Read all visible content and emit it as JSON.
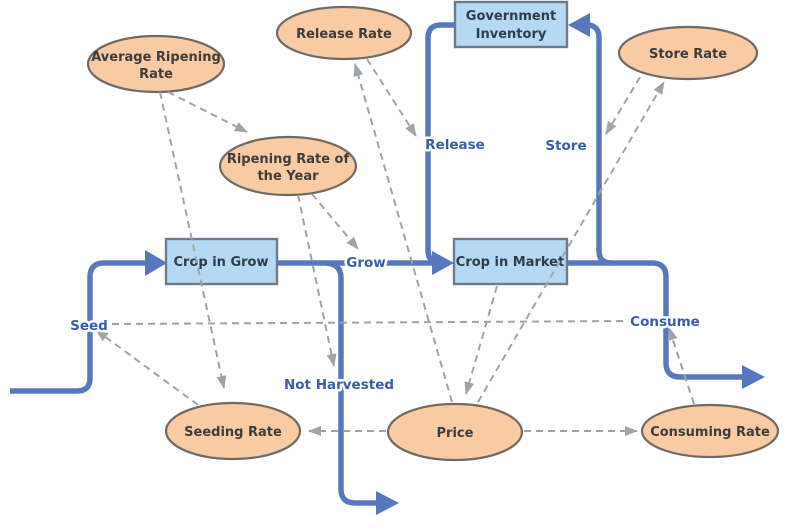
{
  "diagram": {
    "type": "system-dynamics-stock-and-flow",
    "nodes": {
      "government_inventory": {
        "kind": "stock",
        "line1": "Government",
        "line2": "Inventory"
      },
      "crop_in_grow": {
        "kind": "stock",
        "line1": "Crop in Grow"
      },
      "crop_in_market": {
        "kind": "stock",
        "line1": "Crop in Market"
      },
      "average_ripening_rate": {
        "kind": "auxiliary",
        "line1": "Average Ripening",
        "line2": "Rate"
      },
      "release_rate": {
        "kind": "auxiliary",
        "line1": "Release Rate"
      },
      "store_rate": {
        "kind": "auxiliary",
        "line1": "Store Rate"
      },
      "ripening_rate_of_the_year": {
        "kind": "auxiliary",
        "line1": "Ripening Rate of",
        "line2": "the Year"
      },
      "seeding_rate": {
        "kind": "auxiliary",
        "line1": "Seeding Rate"
      },
      "price": {
        "kind": "auxiliary",
        "line1": "Price"
      },
      "consuming_rate": {
        "kind": "auxiliary",
        "line1": "Consuming Rate"
      }
    },
    "flow_labels": {
      "seed": "Seed",
      "grow": "Grow",
      "not_harvested": "Not Harvested",
      "consume": "Consume",
      "release": "Release",
      "store": "Store"
    },
    "flows": [
      {
        "name": "seed",
        "from": "source",
        "to": "crop_in_grow"
      },
      {
        "name": "grow",
        "from": "crop_in_grow",
        "to": "crop_in_market"
      },
      {
        "name": "not_harvested",
        "from": "crop_in_grow",
        "to": "sink"
      },
      {
        "name": "consume",
        "from": "crop_in_market",
        "to": "sink"
      },
      {
        "name": "store",
        "from": "crop_in_market",
        "to": "government_inventory"
      },
      {
        "name": "release",
        "from": "government_inventory",
        "to": "crop_in_market"
      }
    ],
    "influence_links": [
      {
        "from": "average_ripening_rate",
        "to": "ripening_rate_of_the_year"
      },
      {
        "from": "average_ripening_rate",
        "to": "seeding_rate"
      },
      {
        "from": "ripening_rate_of_the_year",
        "to": "grow"
      },
      {
        "from": "ripening_rate_of_the_year",
        "to": "not_harvested"
      },
      {
        "from": "release_rate",
        "to": "release"
      },
      {
        "from": "store_rate",
        "to": "store"
      },
      {
        "from": "price",
        "to": "release_rate"
      },
      {
        "from": "price",
        "to": "store_rate"
      },
      {
        "from": "crop_in_market",
        "to": "price"
      },
      {
        "from": "price",
        "to": "seeding_rate"
      },
      {
        "from": "price",
        "to": "consuming_rate"
      },
      {
        "from": "seeding_rate",
        "to": "seed"
      },
      {
        "from": "consuming_rate",
        "to": "consume"
      }
    ],
    "colors": {
      "pipe_blue": "#5878BE",
      "stock_fill": "#B5D9F2",
      "stock_border": "#6F7B88",
      "ellipse_fill": "#F9CBA4",
      "ellipse_border": "#6F6A63",
      "flow_label_text": "#3A5CAB",
      "node_text": "#3C3C3C",
      "link_gray": "#9FA4A9",
      "background": "#FFFFFF"
    }
  }
}
